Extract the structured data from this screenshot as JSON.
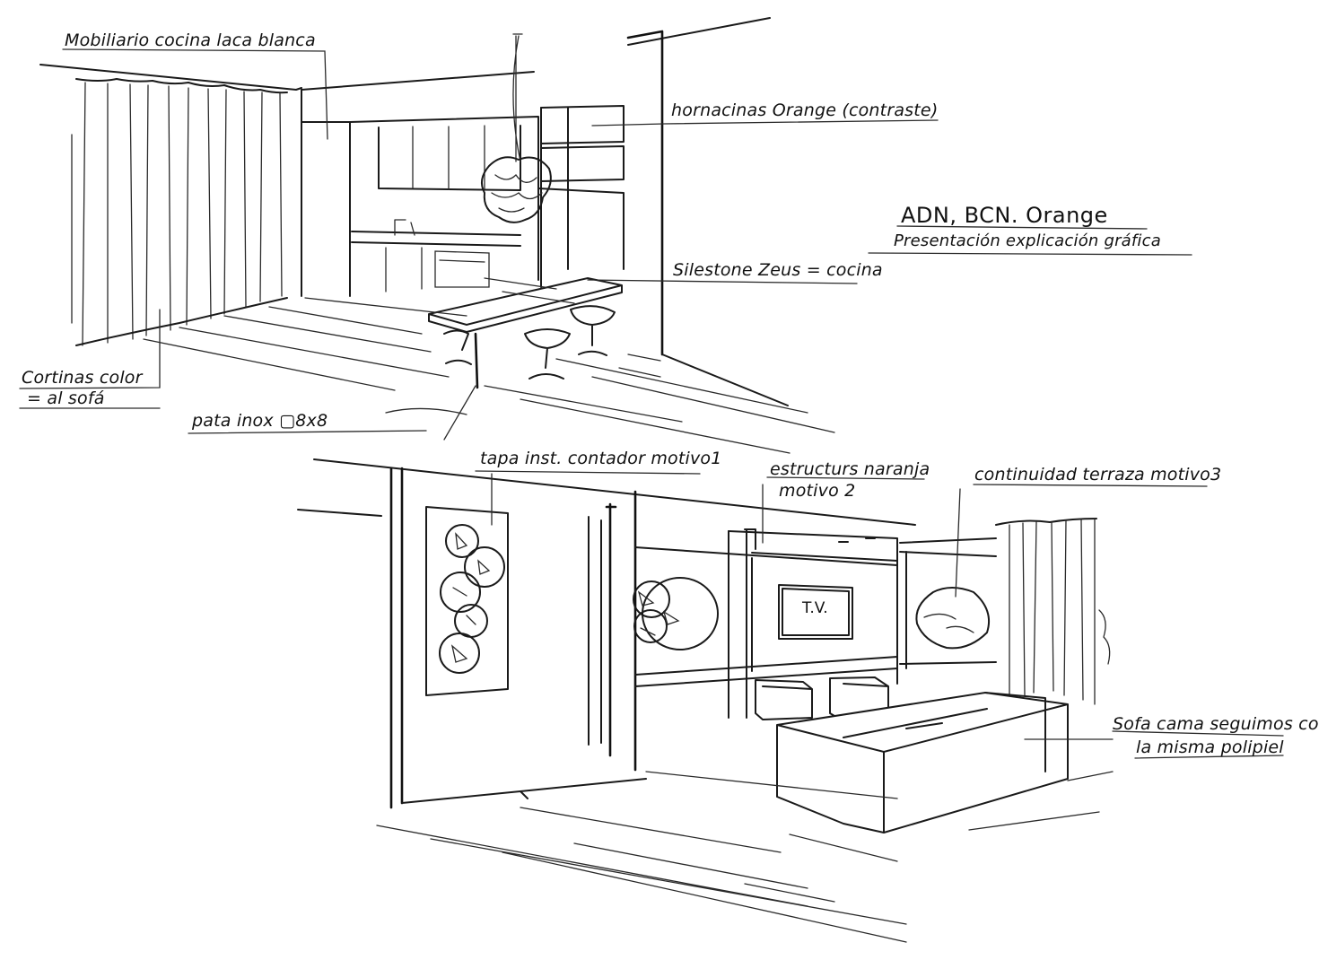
{
  "title": {
    "main": "ADN, BCN. Orange",
    "sub": "Presentación explicación gráfica"
  },
  "kitchen_labels": {
    "mobiliario": "Mobiliario cocina laca blanca",
    "hornacinas": "hornacinas Orange (contraste)",
    "silestone": "Silestone Zeus = cocina",
    "cortinas_1": "Cortinas color",
    "cortinas_2": "= al sofá",
    "pata": "pata inox ▢8x8"
  },
  "living_labels": {
    "tapa": "tapa inst. contador motivo1",
    "estructura_1": "estructurs naranja",
    "estructura_2": "motivo 2",
    "continuidad": "continuidad terraza motivo3",
    "sofa_1": "Sofa cama seguimos con",
    "sofa_2": "la misma polipiel",
    "tv": "T.V."
  },
  "icons": {
    "pendant_lamp": "pendant-lamp-icon",
    "orange_slice": "orange-slice-icon",
    "sofa": "sofa-icon"
  },
  "colors": {
    "ink": "#1a1a1a",
    "paper": "#ffffff"
  }
}
